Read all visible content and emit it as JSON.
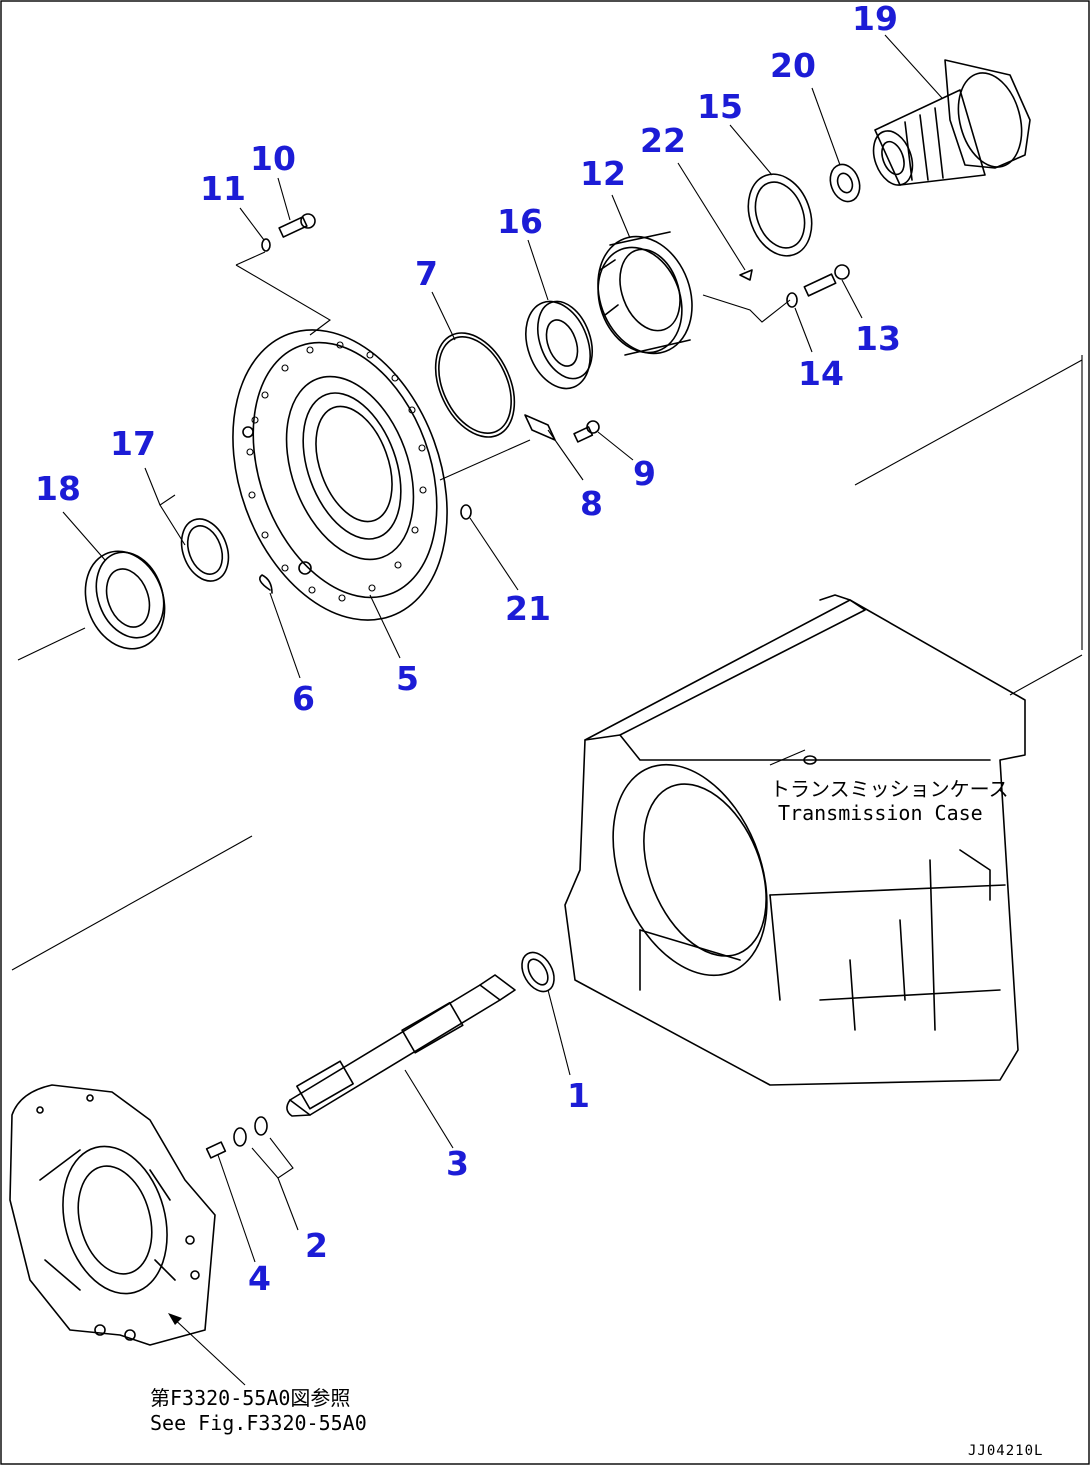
{
  "callouts": {
    "c1": "1",
    "c2": "2",
    "c3": "3",
    "c4": "4",
    "c5": "5",
    "c6": "6",
    "c7": "7",
    "c8": "8",
    "c9": "9",
    "c10": "10",
    "c11": "11",
    "c12": "12",
    "c13": "13",
    "c14": "14",
    "c15": "15",
    "c16": "16",
    "c17": "17",
    "c18": "18",
    "c19": "19",
    "c20": "20",
    "c21": "21",
    "c22": "22"
  },
  "case_note": {
    "jp": "トランスミッションケース",
    "en": "Transmission Case"
  },
  "ref_note": {
    "jp": "第F3320-55A0図参照",
    "en": "See Fig.F3320-55A0"
  },
  "drawing_code": "JJ04210L",
  "colors": {
    "callout": "#1c1cd6",
    "line": "#000000",
    "background": "#ffffff"
  }
}
